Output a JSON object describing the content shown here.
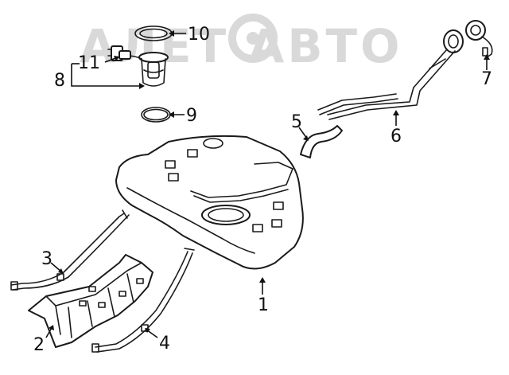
{
  "watermark": {
    "text": "АЛЕТ  АВТО",
    "color": "#d9d9d9"
  },
  "callouts": [
    {
      "id": "1",
      "label": "1"
    },
    {
      "id": "2",
      "label": "2"
    },
    {
      "id": "3",
      "label": "3"
    },
    {
      "id": "4",
      "label": "4"
    },
    {
      "id": "5",
      "label": "5"
    },
    {
      "id": "6",
      "label": "6"
    },
    {
      "id": "7",
      "label": "7"
    },
    {
      "id": "8",
      "label": "8"
    },
    {
      "id": "9",
      "label": "9"
    },
    {
      "id": "10",
      "label": "10"
    },
    {
      "id": "11",
      "label": "11"
    }
  ],
  "colors": {
    "line": "#1a1a1a",
    "background": "#ffffff"
  }
}
